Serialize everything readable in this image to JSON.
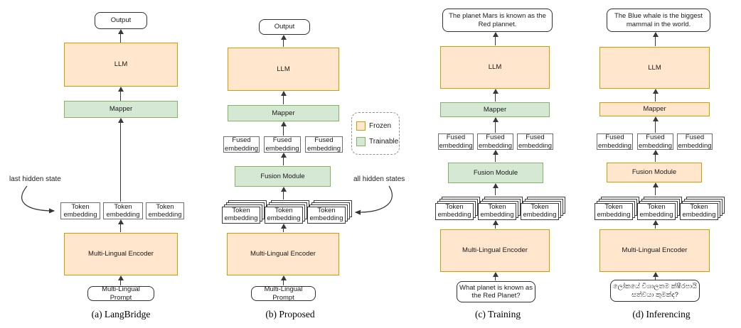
{
  "colors": {
    "frozen_fill": "#ffe6cc",
    "frozen_border": "#d79b00",
    "trainable_fill": "#d5e8d4",
    "trainable_border": "#82b366"
  },
  "legend": {
    "frozen_label": "Frozen",
    "trainable_label": "Trainable"
  },
  "panels": {
    "a": {
      "caption": "(a) LangBridge",
      "output_label": "Output",
      "llm_label": "LLM",
      "mapper_label": "Mapper",
      "annotation": "last hidden state",
      "token_embeddings": [
        "Token embedding",
        "Token embedding",
        "Token embedding"
      ],
      "encoder_label": "Multi-Lingual Encoder",
      "prompt_label": "Multi-Lingual Prompt"
    },
    "b": {
      "caption": "(b) Proposed",
      "output_label": "Output",
      "llm_label": "LLM",
      "mapper_label": "Mapper",
      "fused_embeddings": [
        "Fused embedding",
        "Fused embedding",
        "Fused embedding"
      ],
      "fusion_label": "Fusion Module",
      "annotation": "all hidden states",
      "token_embeddings": [
        "Token embedding",
        "Token embedding",
        "Token embedding"
      ],
      "encoder_label": "Multi-Lingual Encoder",
      "prompt_label": "Multi-Lingual Prompt"
    },
    "c": {
      "caption": "(c) Training",
      "output_label": "The planet Mars is known as the Red plannet.",
      "llm_label": "LLM",
      "mapper_label": "Mapper",
      "fused_embeddings": [
        "Fused embedding",
        "Fused embedding",
        "Fused embedding"
      ],
      "fusion_label": "Fusion Module",
      "token_embeddings": [
        "Token embedding",
        "Token embedding",
        "Token embedding"
      ],
      "encoder_label": "Multi-Lingual Encoder",
      "prompt_label": "What planet is known as the Red Planet?"
    },
    "d": {
      "caption": "(d) Inferencing",
      "output_label": "The Blue whale is the biggest mammal in the world.",
      "llm_label": "LLM",
      "mapper_label": "Mapper",
      "fused_embeddings": [
        "Fused embedding",
        "Fused embedding",
        "Fused embedding"
      ],
      "fusion_label": "Fusion Module",
      "token_embeddings": [
        "Token embedding",
        "Token embedding",
        "Token embedding"
      ],
      "encoder_label": "Multi-Lingual Encoder",
      "prompt_label": "ලෝකයේ විශාලතම ක්ෂීරපායි සත්වයා කුමක්ද?"
    }
  }
}
